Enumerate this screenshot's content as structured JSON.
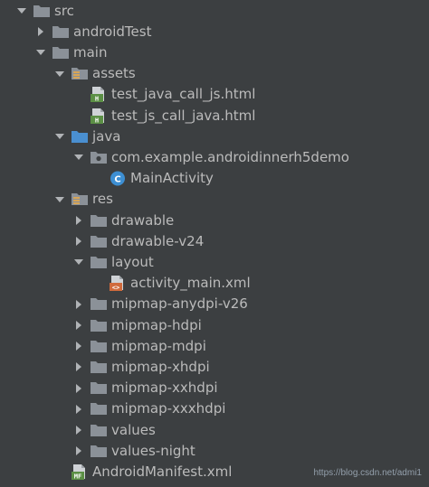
{
  "colors": {
    "background": "#3c3f41",
    "text": "#bbbbbb",
    "folder": "#8b9198",
    "folder_source": "#4a8fd0",
    "resource_stripe": "#d8a657",
    "html_badge": "#5b8f45",
    "xml_badge": "#d06a3c",
    "class_badge": "#3d8fd3"
  },
  "tree": {
    "items": [
      {
        "label": "src",
        "depth": 0,
        "expanded": true,
        "icon": "folder-icon"
      },
      {
        "label": "androidTest",
        "depth": 1,
        "expanded": false,
        "icon": "folder-icon"
      },
      {
        "label": "main",
        "depth": 1,
        "expanded": true,
        "icon": "folder-icon"
      },
      {
        "label": "assets",
        "depth": 2,
        "expanded": true,
        "icon": "resource-folder-icon"
      },
      {
        "label": "test_java_call_js.html",
        "depth": 3,
        "icon": "html-file-icon"
      },
      {
        "label": "test_js_call_java.html",
        "depth": 3,
        "icon": "html-file-icon"
      },
      {
        "label": "java",
        "depth": 2,
        "expanded": true,
        "icon": "source-folder-icon"
      },
      {
        "label": "com.example.androidinnerh5demo",
        "depth": 3,
        "expanded": true,
        "icon": "package-icon"
      },
      {
        "label": "MainActivity",
        "depth": 4,
        "icon": "class-icon"
      },
      {
        "label": "res",
        "depth": 2,
        "expanded": true,
        "icon": "resource-folder-icon"
      },
      {
        "label": "drawable",
        "depth": 3,
        "expanded": false,
        "icon": "folder-icon"
      },
      {
        "label": "drawable-v24",
        "depth": 3,
        "expanded": false,
        "icon": "folder-icon"
      },
      {
        "label": "layout",
        "depth": 3,
        "expanded": true,
        "icon": "folder-icon"
      },
      {
        "label": "activity_main.xml",
        "depth": 4,
        "icon": "xml-file-icon"
      },
      {
        "label": "mipmap-anydpi-v26",
        "depth": 3,
        "expanded": false,
        "icon": "folder-icon"
      },
      {
        "label": "mipmap-hdpi",
        "depth": 3,
        "expanded": false,
        "icon": "folder-icon"
      },
      {
        "label": "mipmap-mdpi",
        "depth": 3,
        "expanded": false,
        "icon": "folder-icon"
      },
      {
        "label": "mipmap-xhdpi",
        "depth": 3,
        "expanded": false,
        "icon": "folder-icon"
      },
      {
        "label": "mipmap-xxhdpi",
        "depth": 3,
        "expanded": false,
        "icon": "folder-icon"
      },
      {
        "label": "mipmap-xxxhdpi",
        "depth": 3,
        "expanded": false,
        "icon": "folder-icon"
      },
      {
        "label": "values",
        "depth": 3,
        "expanded": false,
        "icon": "folder-icon"
      },
      {
        "label": "values-night",
        "depth": 3,
        "expanded": false,
        "icon": "folder-icon"
      },
      {
        "label": "AndroidManifest.xml",
        "depth": 2,
        "icon": "manifest-file-icon"
      }
    ]
  },
  "watermark": "https://blog.csdn.net/admi1"
}
